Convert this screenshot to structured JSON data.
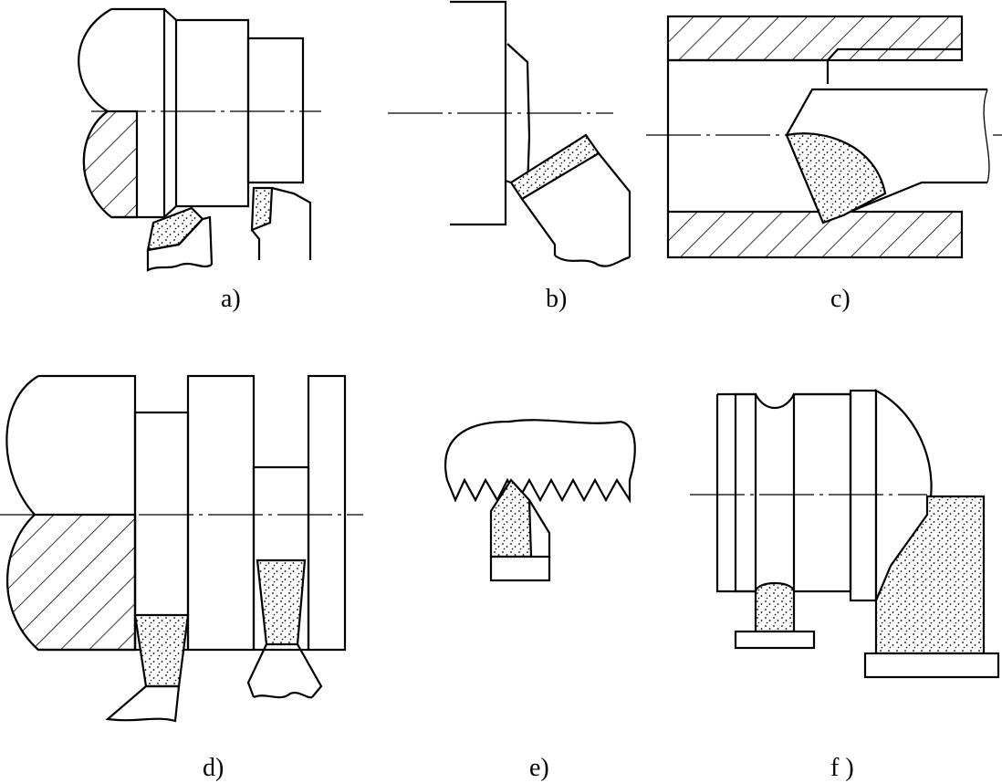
{
  "figure": {
    "panels": [
      {
        "id": "a",
        "label": "a)"
      },
      {
        "id": "b",
        "label": "b)"
      },
      {
        "id": "c",
        "label": "c)"
      },
      {
        "id": "d",
        "label": "d)"
      },
      {
        "id": "e",
        "label": "e)"
      },
      {
        "id": "f",
        "label": "f )"
      }
    ]
  }
}
